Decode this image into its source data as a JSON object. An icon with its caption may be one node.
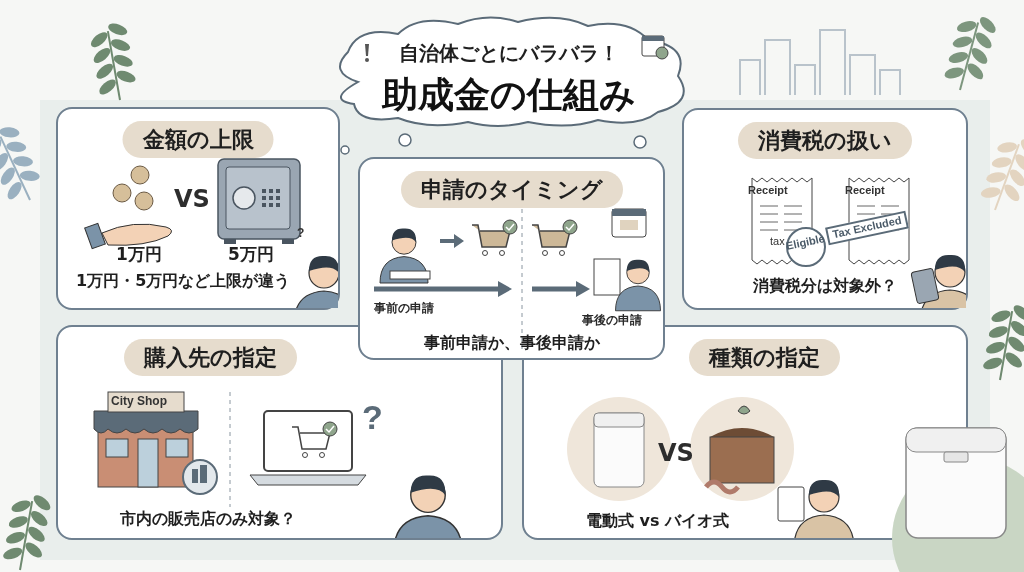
{
  "diagram": {
    "nodes": [
      {
        "text": [
          "自治体ごとにバラバラ！",
          "助成金の仕組み"
        ]
      },
      {
        "text": [
          "金額の上限",
          "VS",
          "1万円",
          "5万円",
          "1万円・5万円など上限が違う"
        ]
      },
      {
        "text": [
          "申請のタイミング",
          "事前の申請",
          "事後の申請",
          "事前申請か、事後申請か"
        ]
      },
      {
        "text": [
          "消費税の扱い",
          "消費税分は対象外？"
        ]
      },
      {
        "text": [
          "購入先の指定",
          "市内の販売店のみ対象？"
        ]
      },
      {
        "text": [
          "種類の指定",
          "VS",
          "電動式 vs バイオ式"
        ]
      }
    ],
    "labels": [
      "?",
      "Receipt",
      "Receipt",
      "tax",
      "Eligible",
      "Tax Excluded",
      "City Shop",
      "?"
    ]
  }
}
